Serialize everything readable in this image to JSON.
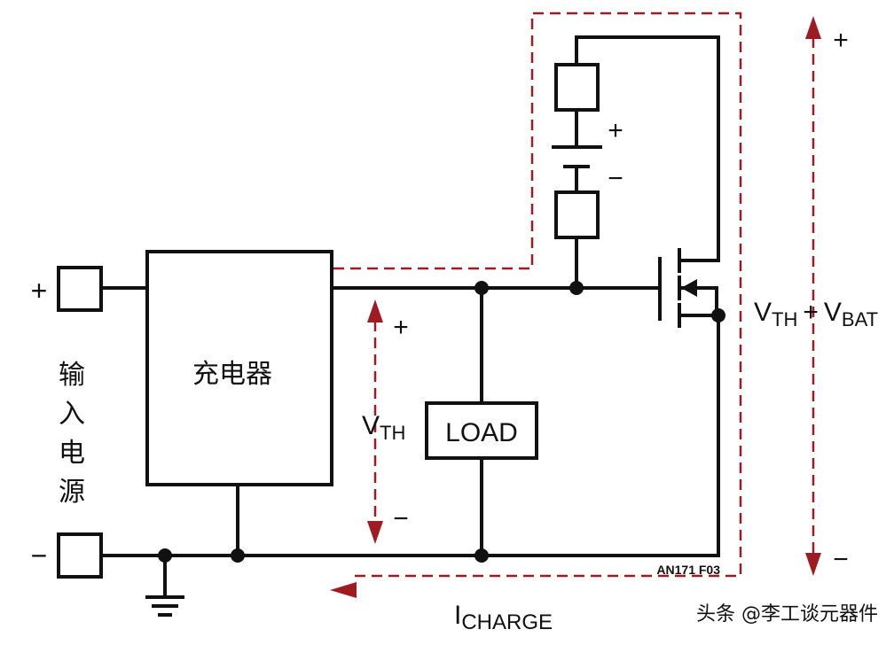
{
  "diagram": {
    "charger_label": "充电器",
    "input_label_chars": [
      "输",
      "入",
      "电",
      "源"
    ],
    "input_plus": "+",
    "input_minus": "−",
    "load_label": "LOAD",
    "battery_plus": "+",
    "battery_minus": "−",
    "vth_main": "V",
    "vth_sub": "TH",
    "vth_plus": "+",
    "vth_minus": "−",
    "vtotal_v1": "V",
    "vtotal_sub1": "TH",
    "vtotal_plus_sign": "+",
    "vtotal_v2": "V",
    "vtotal_sub2": "BAT",
    "vtotal_plus": "+",
    "vtotal_minus": "−",
    "icharge_main": "I",
    "icharge_sub": "CHARGE",
    "figure_code": "AN171 F03",
    "watermark": "头条 @李工谈元器件",
    "colors": {
      "wire": "#111111",
      "current_path": "#9e1b22"
    }
  }
}
